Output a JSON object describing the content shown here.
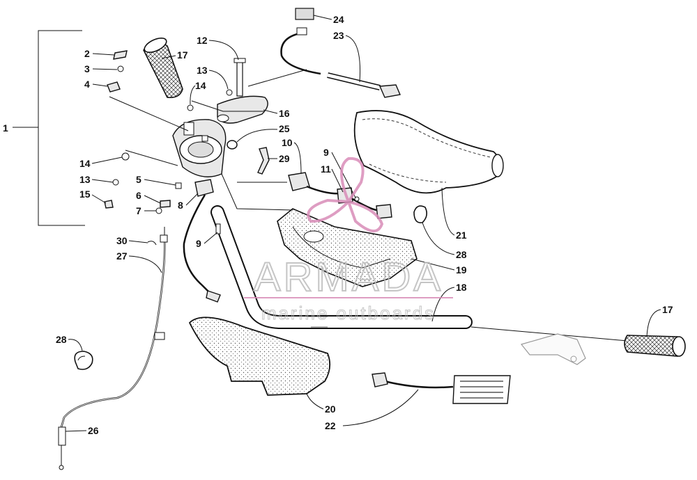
{
  "watermark": {
    "brand": "ARMADA",
    "tagline": "marine outboards",
    "color": "#d98cb8"
  },
  "callouts": [
    "1",
    "2",
    "3",
    "4",
    "5",
    "6",
    "7",
    "8",
    "9",
    "9",
    "10",
    "11",
    "12",
    "13",
    "13",
    "14",
    "14",
    "15",
    "16",
    "17",
    "17",
    "18",
    "19",
    "20",
    "21",
    "22",
    "23",
    "24",
    "25",
    "26",
    "27",
    "28",
    "28",
    "29",
    "30"
  ]
}
